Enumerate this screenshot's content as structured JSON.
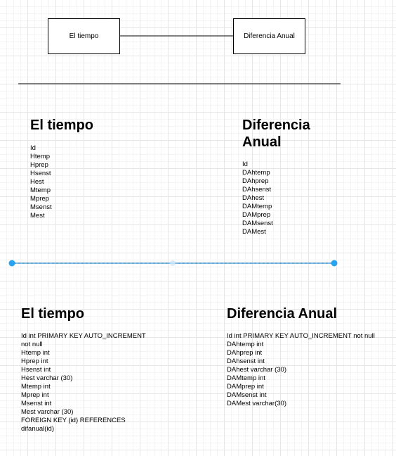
{
  "diagram": {
    "box_left": "El tiempo",
    "box_right": "Diferencia Anual"
  },
  "section1": {
    "left": {
      "title": "El tiempo",
      "fields": [
        "Id",
        "Htemp",
        "Hprep",
        "Hsenst",
        "Hest",
        "Mtemp",
        "Mprep",
        "Msenst",
        "Mest"
      ]
    },
    "right": {
      "title_line1": "Diferencia",
      "title_line2": "Anual",
      "fields": [
        "Id",
        "DAhtemp",
        "DAhprep",
        "DAhsenst",
        "DAhest",
        "DAMtemp",
        "DAMprep",
        "DAMsenst",
        "DAMest"
      ]
    }
  },
  "section2": {
    "left": {
      "title": "El tiempo",
      "lines": [
        "Id int PRIMARY KEY AUTO_INCREMENT",
        "not null",
        "Htemp int",
        "Hprep int",
        "Hsenst int",
        "Hest varchar (30)",
        "Mtemp int",
        "Mprep int",
        "Msenst int",
        "Mest varchar (30)",
        "FOREIGN KEY (id) REFERENCES",
        "difanual(id)"
      ]
    },
    "right": {
      "title": "Diferencia Anual",
      "lines": [
        "Id int PRIMARY KEY AUTO_INCREMENT not null",
        "DAhtemp int",
        "DAhprep int",
        "DAhsenst int",
        "DAhest varchar (30)",
        "DAMtemp int",
        "DAMprep int",
        "DAMsenst int",
        "DAMest varchar(30)"
      ]
    }
  },
  "colors": {
    "selection": "#29a3f0",
    "line": "#000000"
  }
}
